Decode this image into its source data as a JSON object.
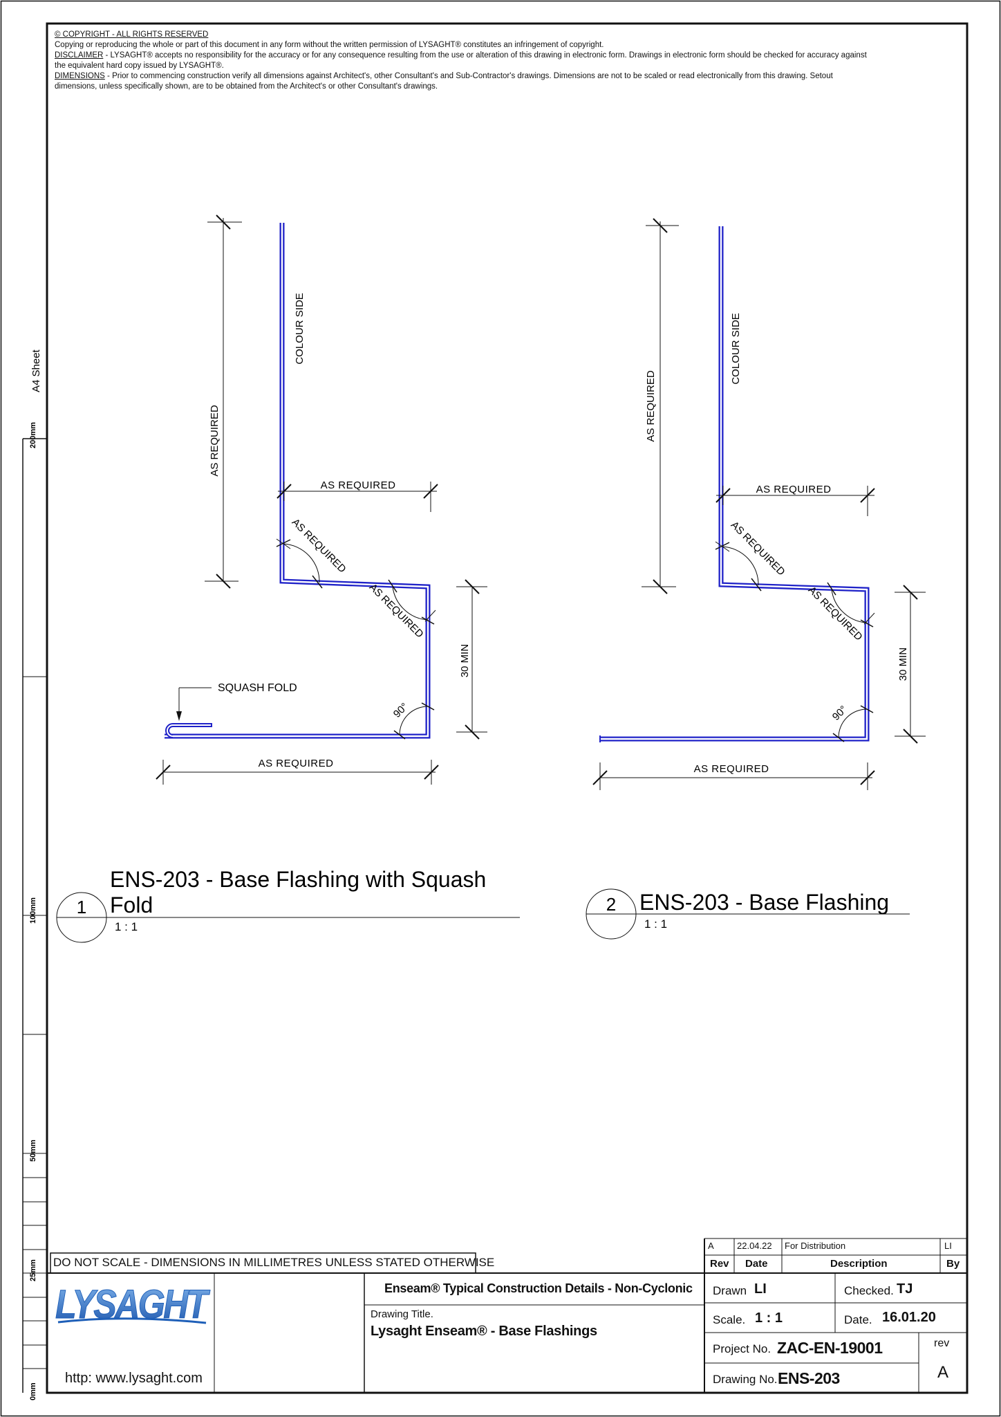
{
  "notes": {
    "copyright_heading": "© COPYRIGHT - ALL RIGHTS RESERVED",
    "copyright_text": "Copying or reproducing the whole or part of this document in any form without the written permission of LYSAGHT® constitutes an infringement of copyright.",
    "disclaimer_heading": "DISCLAIMER",
    "disclaimer_text_1": " - LYSAGHT® accepts no responsibility for the accuracy or for any consequence resulting from the use or alteration of this drawing in electronic form.  Drawings in electronic form should be checked for accuracy against",
    "disclaimer_text_2": "the equivalent hard copy issued by LYSAGHT®.",
    "dimensions_heading": "DIMENSIONS",
    "dimensions_text_1": " - Prior to commencing construction verify all dimensions against Architect's, other Consultant's and Sub-Contractor's drawings. Dimensions are not to be scaled or read electronically from this drawing. Setout",
    "dimensions_text_2": "dimensions, unless specifically shown, are to be obtained from the Architect's or other Consultant's drawings."
  },
  "ruler": {
    "sheet_label": "A4 Sheet",
    "marks": [
      "200mm",
      "100mm",
      "50mm",
      "25mm",
      "0mm"
    ]
  },
  "detail1": {
    "number": "1",
    "title_line1": "ENS-203 - Base Flashing with Squash",
    "title_line2": "Fold",
    "scale": "1 : 1",
    "labels": {
      "as_required": "AS REQUIRED",
      "colour_side": "COLOUR SIDE",
      "min_30": "30 MIN",
      "angle_90": "90°",
      "squash_fold": "SQUASH FOLD"
    }
  },
  "detail2": {
    "number": "2",
    "title": "ENS-203 - Base Flashing",
    "scale": "1 : 1",
    "labels": {
      "as_required": "AS REQUIRED",
      "colour_side": "COLOUR SIDE",
      "min_30": "30 MIN",
      "angle_90": "90°"
    }
  },
  "title_block": {
    "do_not_scale": "DO NOT SCALE - DIMENSIONS IN MILLIMETRES UNLESS STATED OTHERWISE",
    "website": "http: www.lysaght.com",
    "logo_text": "LYSAGHT",
    "project_title": "Enseam® Typical Construction Details - Non-Cyclonic",
    "drawing_title_label": "Drawing Title.",
    "drawing_title": "Lysaght Enseam® - Base Flashings",
    "revision_row": {
      "rev": "A",
      "date": "22.04.22",
      "description": "For Distribution",
      "by": "LI"
    },
    "headers": {
      "rev": "Rev",
      "date": "Date",
      "description": "Description",
      "by": "By"
    },
    "drawn_label": "Drawn",
    "drawn_value": "LI",
    "checked_label": "Checked.",
    "checked_value": "TJ",
    "scale_label": "Scale.",
    "scale_value": "1 : 1",
    "date_label": "Date.",
    "date_value": "16.01.20",
    "project_no_label": "Project No.",
    "project_no_value": "ZAC-EN-19001",
    "rev_label": "rev",
    "rev_value": "A",
    "drawing_no_label": "Drawing No.",
    "drawing_no_value": "ENS-203"
  },
  "colors": {
    "profile": "#1f22c8",
    "line": "#111111",
    "logo": "#1e5fb8"
  }
}
